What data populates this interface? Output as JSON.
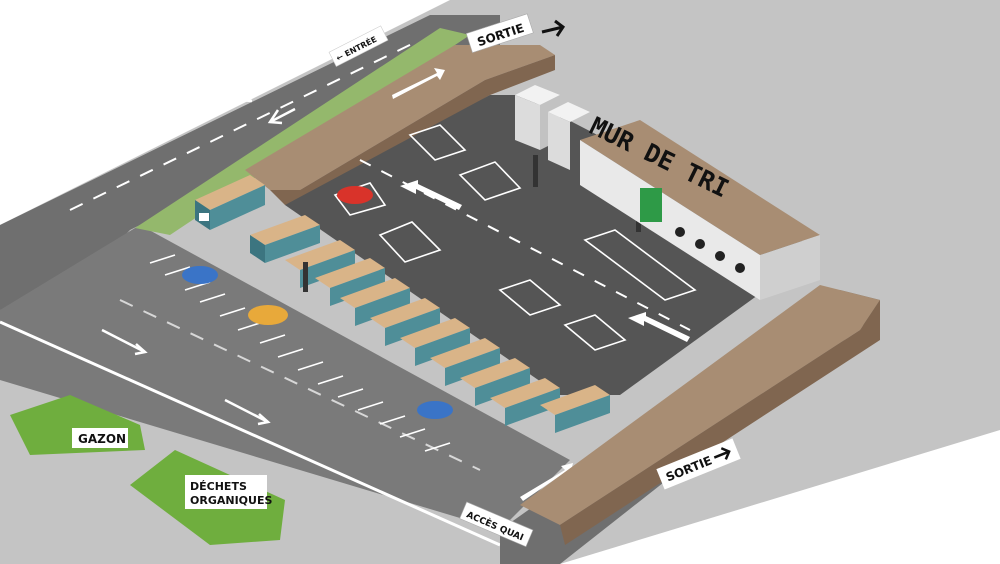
{
  "labels": {
    "entree": "← ENTRÉE",
    "sortie_top": "SORTIE",
    "mur_de_tri": "MUR DE TRI",
    "gazon": "GAZON",
    "dechets_line1": "DÉCHETS",
    "dechets_line2": "ORGANIQUES",
    "acces_quai": "ACCÈS QUAI",
    "sortie_bottom": "SORTIE"
  },
  "colors": {
    "road": "#6f6f6f",
    "ground": "#c4c4c4",
    "ramp_top": "#a88d73",
    "ramp_side": "#806650",
    "lot": "#555555",
    "container": "#4f8e98",
    "waste": "#d9b488",
    "grass": "#6fae3e",
    "recycle_green": "#2e9a47",
    "car_red": "#d9332a",
    "car_blue": "#3a74c7",
    "car_yellow": "#e8a93a"
  },
  "icons": [
    "arrow-icon",
    "recycle-icon",
    "bin-icon",
    "car-icon",
    "person-icon"
  ]
}
